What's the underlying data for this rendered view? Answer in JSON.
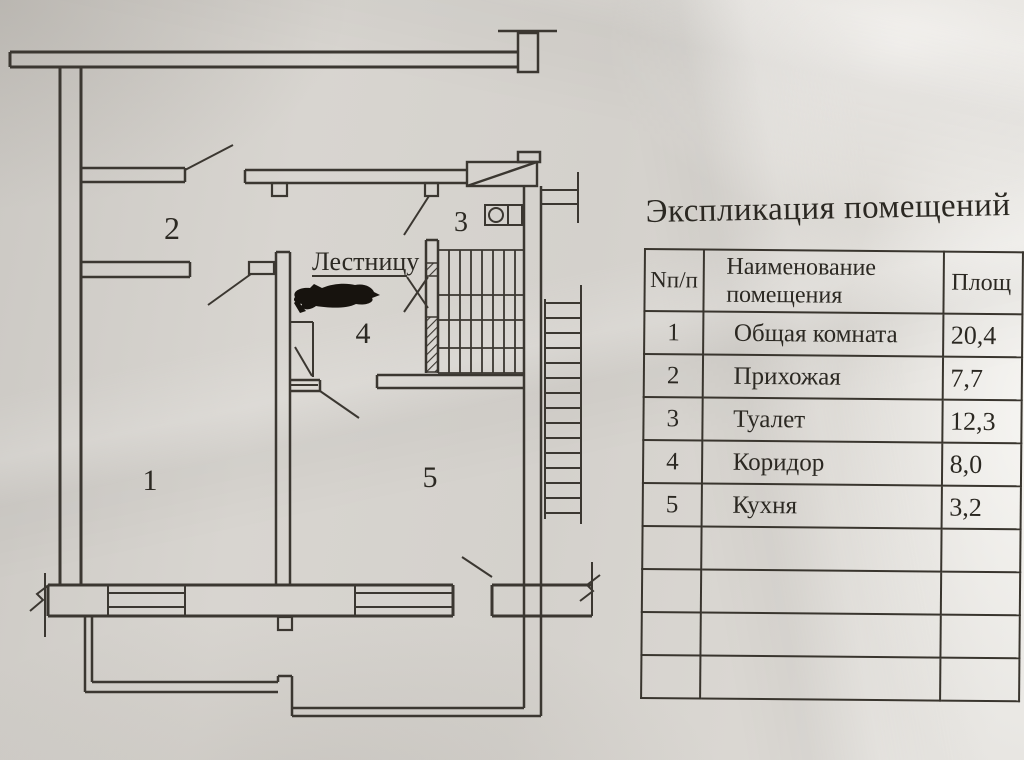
{
  "plan": {
    "stair_label": "Лестницу",
    "room_labels": [
      "1",
      "2",
      "3",
      "4",
      "5"
    ]
  },
  "table": {
    "title": "Экспликация помещений",
    "headers": {
      "num": "Nп/п",
      "name": "Наименование помещения",
      "area": "Площ"
    },
    "rows": [
      {
        "num": "1",
        "name": "Общая комната",
        "area": "20,4"
      },
      {
        "num": "2",
        "name": "Прихожая",
        "area": "7,7"
      },
      {
        "num": "3",
        "name": "Туалет",
        "area": "12,3"
      },
      {
        "num": "4",
        "name": "Коридор",
        "area": "8,0"
      },
      {
        "num": "5",
        "name": "Кухня",
        "area": "3,2"
      }
    ],
    "empty_row_count": 4
  },
  "colors": {
    "ink": "#3b3731",
    "paper": "#d6d3ce",
    "marker": "#17130e"
  }
}
